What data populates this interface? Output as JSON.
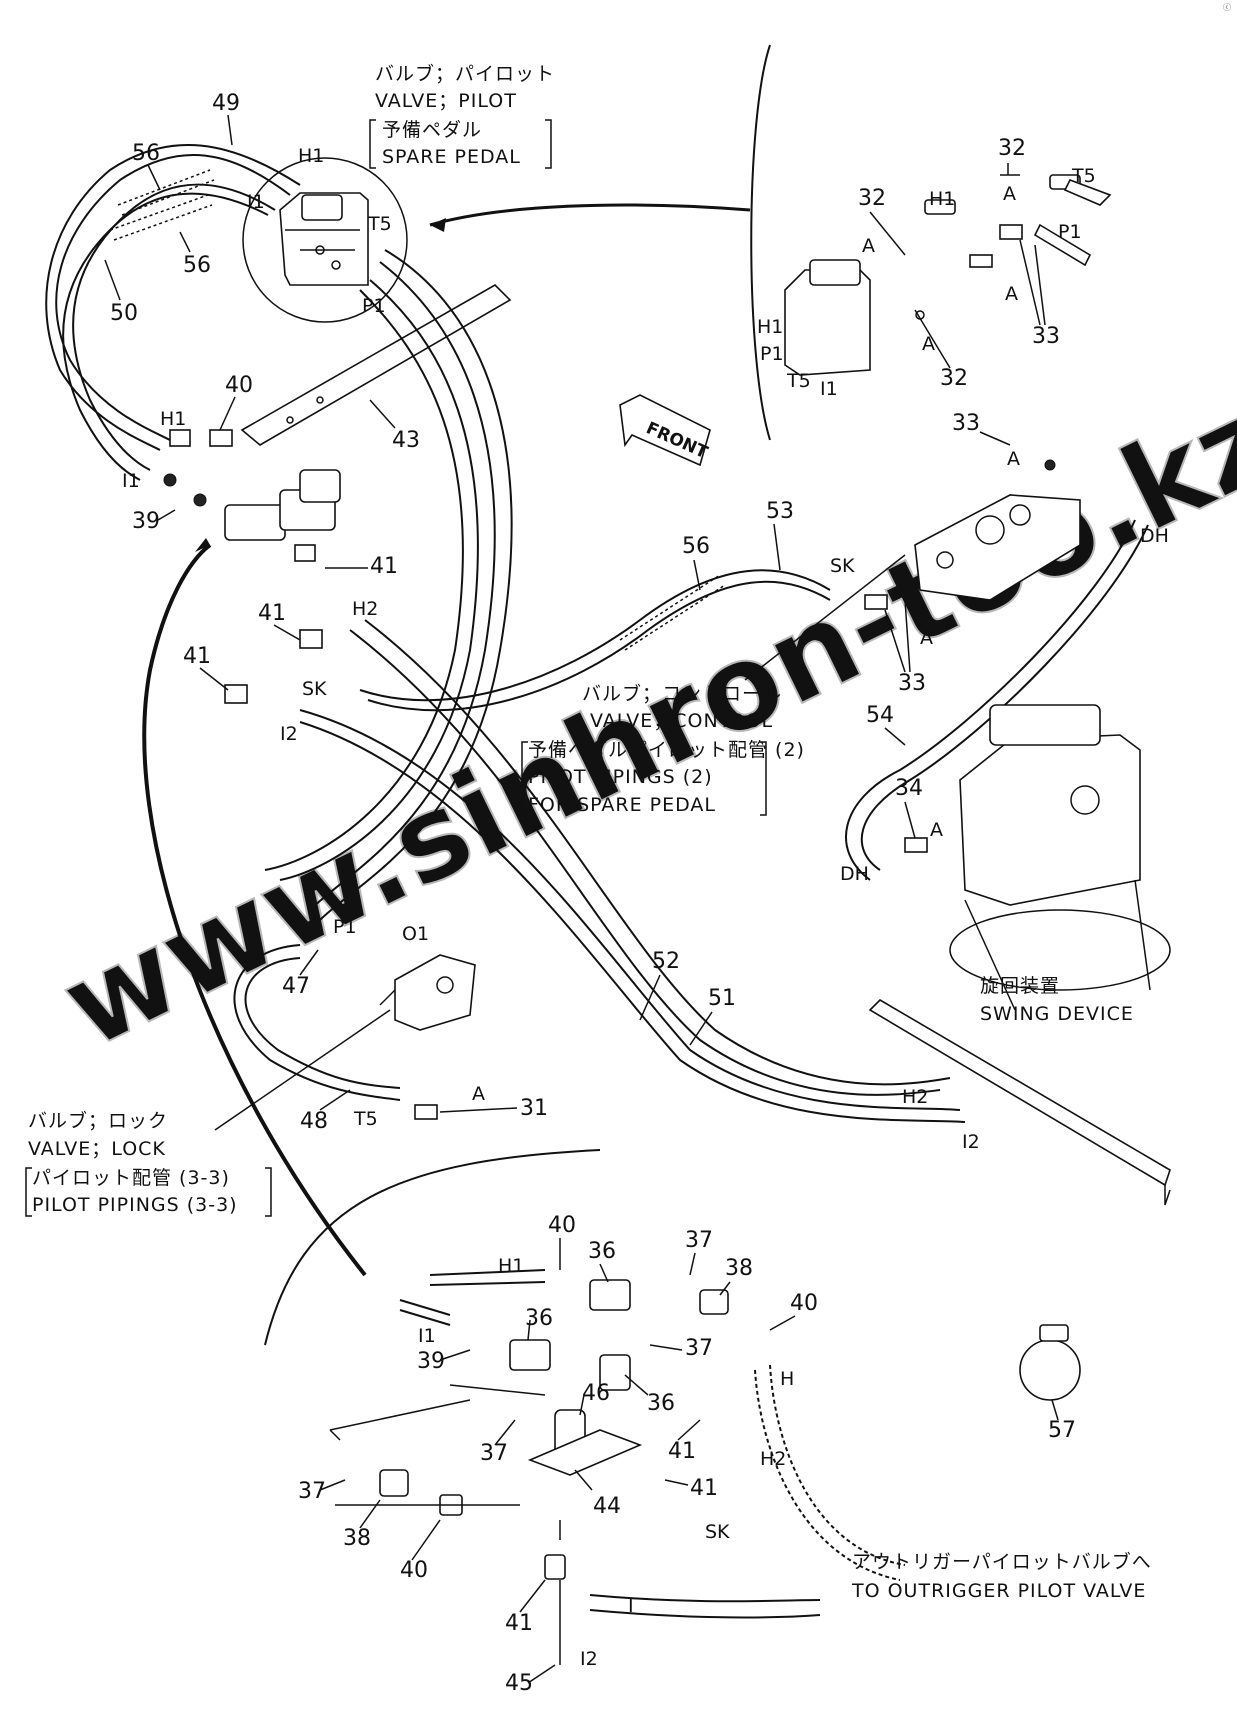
{
  "corner_note": "ⓒ",
  "watermark": "www.sinhron-too.kz",
  "captions": {
    "pilot_valve": [
      "バルブ；パイロット",
      "VALVE；PILOT",
      "予備ペダル",
      "SPARE PEDAL"
    ],
    "control_valve": [
      "バルブ；コントロール",
      "VALVE；CONTROL",
      "予備ペダルパイロット配管 (2)",
      "PILOT PIPINGS (2)",
      "FOR SPARE PEDAL"
    ],
    "swing_device": [
      "旋回装置",
      "SWING DEVICE"
    ],
    "lock_valve": [
      "バルブ；ロック",
      "VALVE；LOCK",
      "パイロット配管 (3-3)",
      "PILOT PIPINGS (3-3)"
    ],
    "outrigger": [
      "アウトリガーパイロットバルブへ",
      "TO OUTRIGGER PILOT VALVE"
    ]
  },
  "front_label": "FRONT",
  "part_numbers": [
    "49",
    "56",
    "56",
    "50",
    "40",
    "43",
    "39",
    "41",
    "41",
    "41",
    "53",
    "56",
    "32",
    "32",
    "33",
    "32",
    "33",
    "33",
    "54",
    "34",
    "47",
    "48",
    "31",
    "52",
    "51",
    "40",
    "36",
    "37",
    "38",
    "40",
    "36",
    "39",
    "37",
    "36",
    "46",
    "37",
    "41",
    "41",
    "37",
    "38",
    "40",
    "44",
    "41",
    "45",
    "57"
  ],
  "ports": [
    "H1",
    "I1",
    "T5",
    "P1",
    "H1",
    "I1",
    "H2",
    "SK",
    "I2",
    "SK",
    "H1",
    "T5",
    "P1",
    "H1",
    "P1",
    "T5",
    "I1",
    "DH",
    "DH",
    "P1",
    "O1",
    "T5",
    "H2",
    "I2",
    "H1",
    "I1",
    "H",
    "H2",
    "SK",
    "I",
    "I2"
  ],
  "marker": "A"
}
